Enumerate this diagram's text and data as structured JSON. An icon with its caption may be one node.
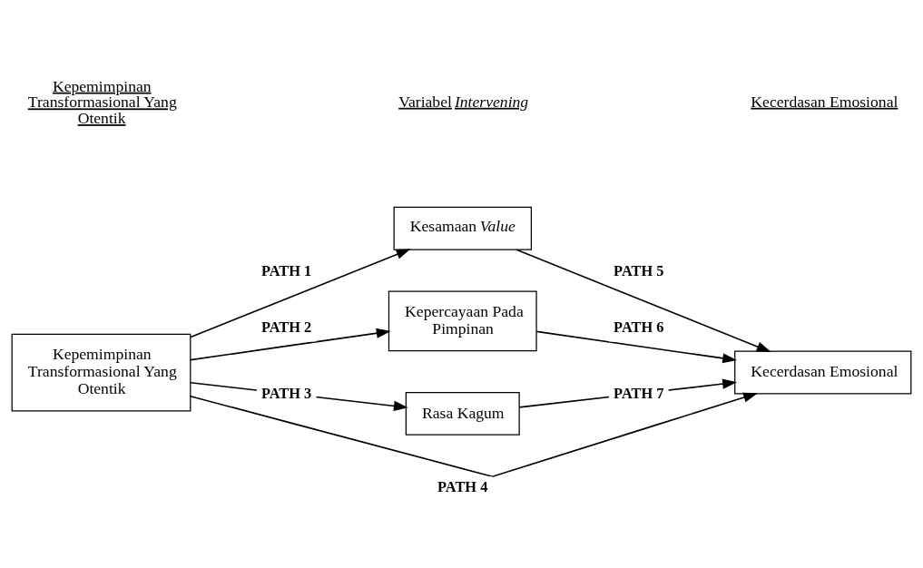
{
  "diagram": {
    "nodes": [
      {
        "text": [
          "Kepemimpinan Transformasional Yang Otentik"
        ]
      },
      {
        "text": [
          "Kesamaan *Value*"
        ]
      },
      {
        "text": [
          "Kepercayaan Pada Pimpinan"
        ]
      },
      {
        "text": [
          "Rasa Kagum"
        ]
      },
      {
        "text": [
          "Kecerdasan Emosional"
        ]
      }
    ],
    "edges": [
      {
        "from": 0,
        "to": 1,
        "arrow": "to",
        "label": "PATH 1"
      },
      {
        "from": 0,
        "to": 2,
        "arrow": "to",
        "label": "PATH 2"
      },
      {
        "from": 0,
        "to": 3,
        "arrow": "to",
        "label": "PATH 3"
      },
      {
        "from": 0,
        "to": 4,
        "arrow": "to",
        "label": "PATH 4"
      },
      {
        "from": 1,
        "to": 4,
        "arrow": "to",
        "label": "PATH 5"
      },
      {
        "from": 2,
        "to": 4,
        "arrow": "to",
        "label": "PATH 6"
      },
      {
        "from": 3,
        "to": 4,
        "arrow": "to",
        "label": "PATH 7"
      }
    ],
    "labels": [
      "Kepemimpinan Transformasional Yang Otentik",
      "Variabel *Intervening*",
      "Kecerdasan Emosional"
    ]
  }
}
